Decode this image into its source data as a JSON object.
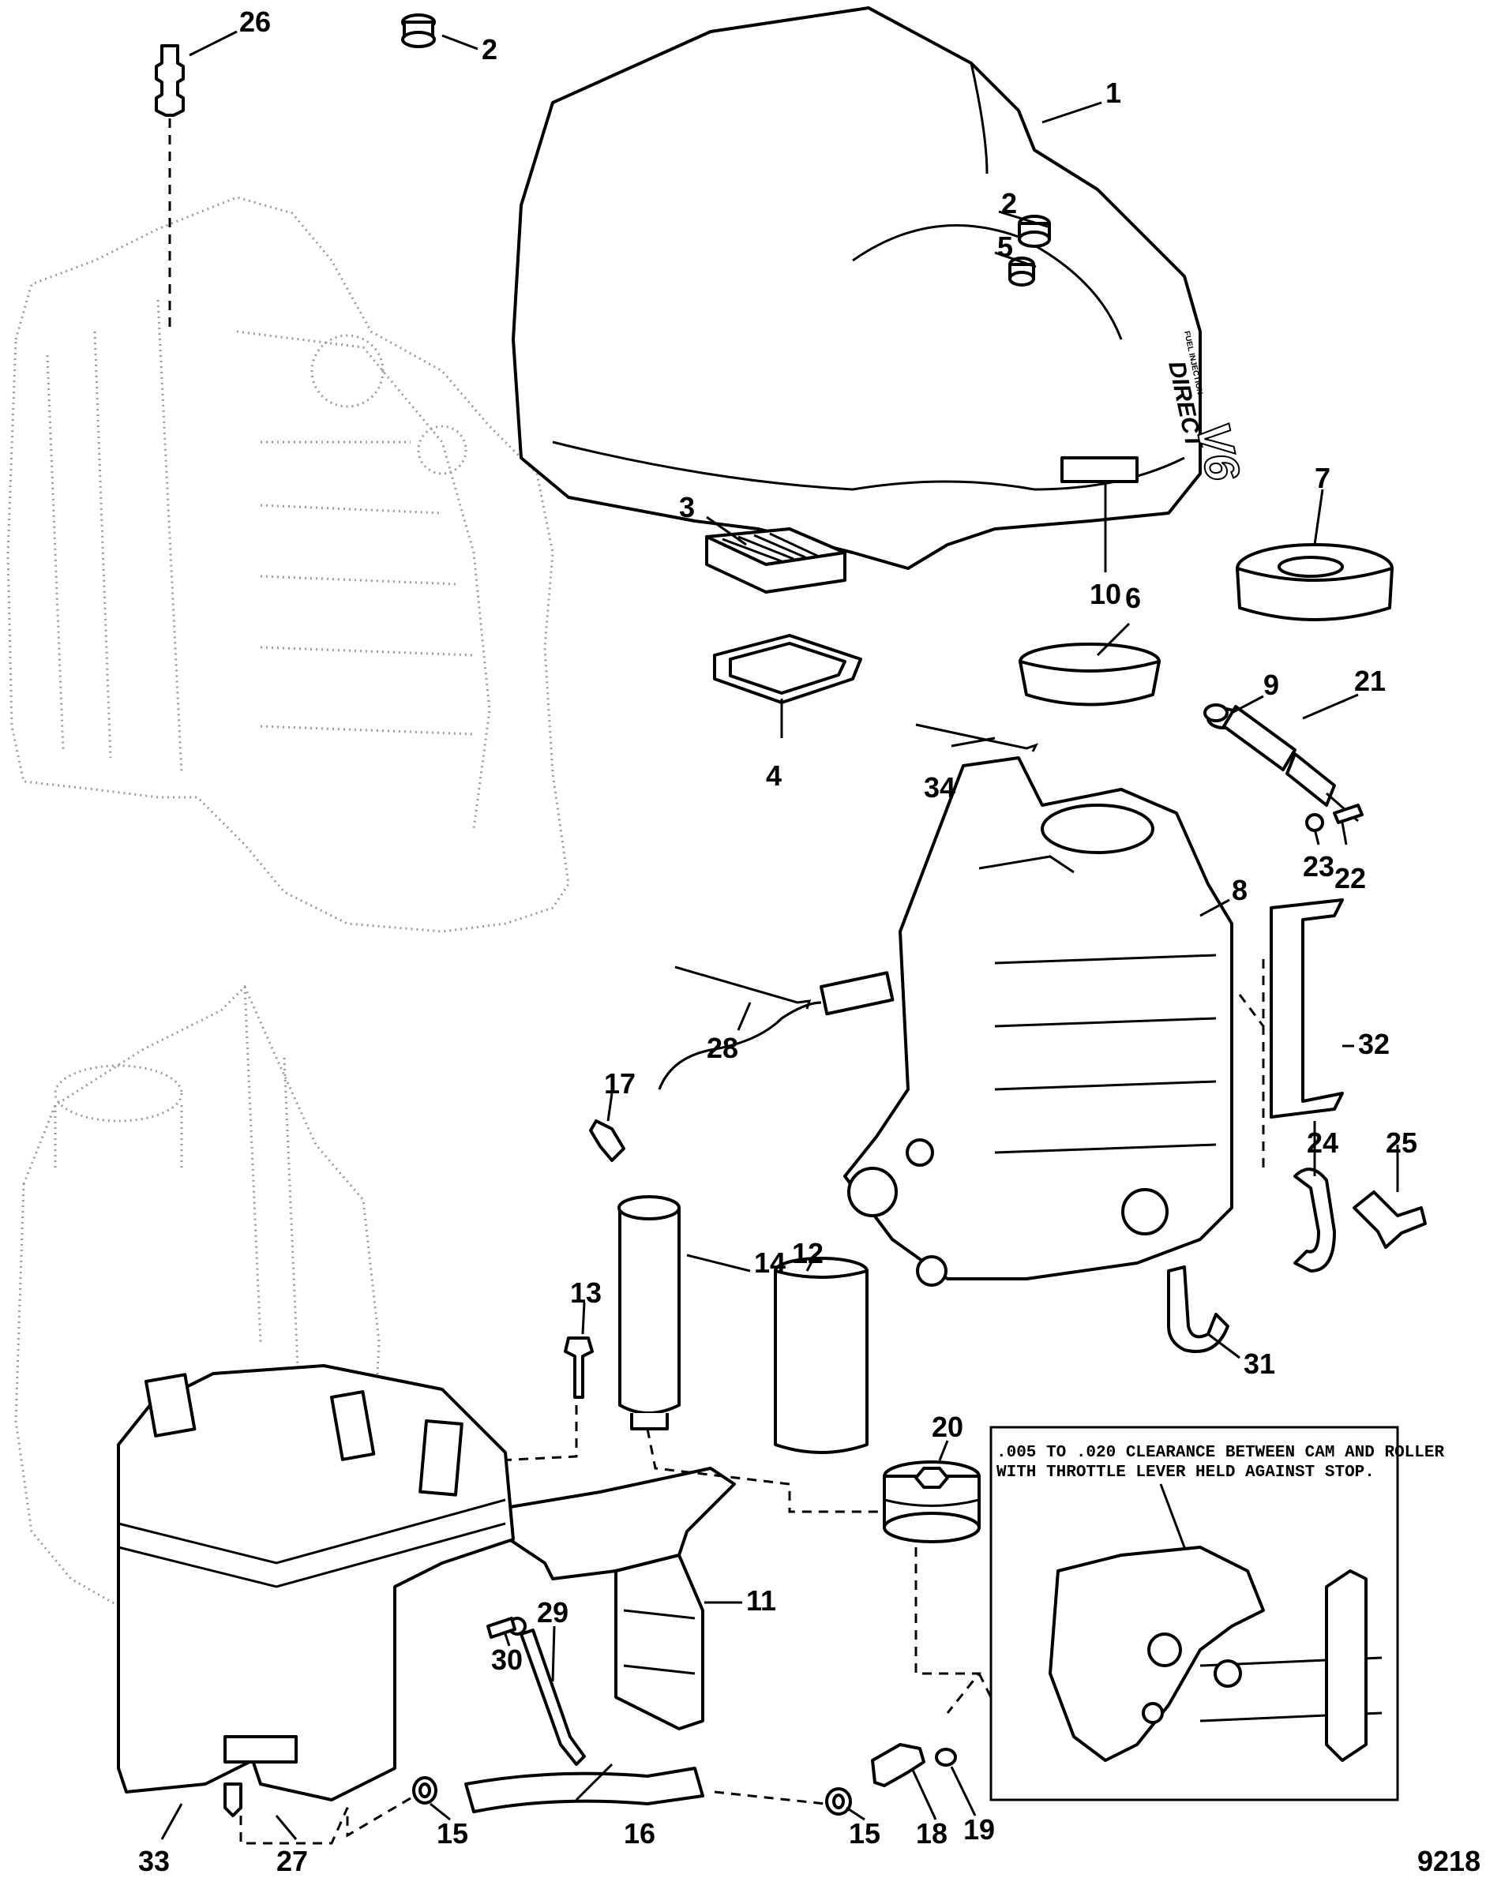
{
  "figure_number": "9218",
  "cover_branding": {
    "line1": "DIRECT",
    "line2": "FUEL INJECTION",
    "line3": "V6"
  },
  "inset_note": {
    "line1": ".005 TO .020 CLEARANCE BETWEEN CAM AND ROLLER",
    "line2": "WITH THROTTLE LEVER HELD AGAINST STOP."
  },
  "callouts": [
    {
      "id": "c1",
      "label": "1"
    },
    {
      "id": "c2a",
      "label": "2"
    },
    {
      "id": "c2b",
      "label": "2"
    },
    {
      "id": "c3",
      "label": "3"
    },
    {
      "id": "c4",
      "label": "4"
    },
    {
      "id": "c5",
      "label": "5"
    },
    {
      "id": "c6",
      "label": "6"
    },
    {
      "id": "c7",
      "label": "7"
    },
    {
      "id": "c8",
      "label": "8"
    },
    {
      "id": "c9",
      "label": "9"
    },
    {
      "id": "c10",
      "label": "10"
    },
    {
      "id": "c11",
      "label": "11"
    },
    {
      "id": "c12",
      "label": "12"
    },
    {
      "id": "c13",
      "label": "13"
    },
    {
      "id": "c14",
      "label": "14"
    },
    {
      "id": "c15a",
      "label": "15"
    },
    {
      "id": "c15b",
      "label": "15"
    },
    {
      "id": "c16",
      "label": "16"
    },
    {
      "id": "c17",
      "label": "17"
    },
    {
      "id": "c18",
      "label": "18"
    },
    {
      "id": "c19",
      "label": "19"
    },
    {
      "id": "c20",
      "label": "20"
    },
    {
      "id": "c21",
      "label": "21"
    },
    {
      "id": "c22",
      "label": "22"
    },
    {
      "id": "c23",
      "label": "23"
    },
    {
      "id": "c24",
      "label": "24"
    },
    {
      "id": "c25",
      "label": "25"
    },
    {
      "id": "c26",
      "label": "26"
    },
    {
      "id": "c27",
      "label": "27"
    },
    {
      "id": "c28",
      "label": "28"
    },
    {
      "id": "c29",
      "label": "29"
    },
    {
      "id": "c30",
      "label": "30"
    },
    {
      "id": "c31",
      "label": "31"
    },
    {
      "id": "c32",
      "label": "32"
    },
    {
      "id": "c33",
      "label": "33"
    },
    {
      "id": "c34",
      "label": "34"
    }
  ]
}
